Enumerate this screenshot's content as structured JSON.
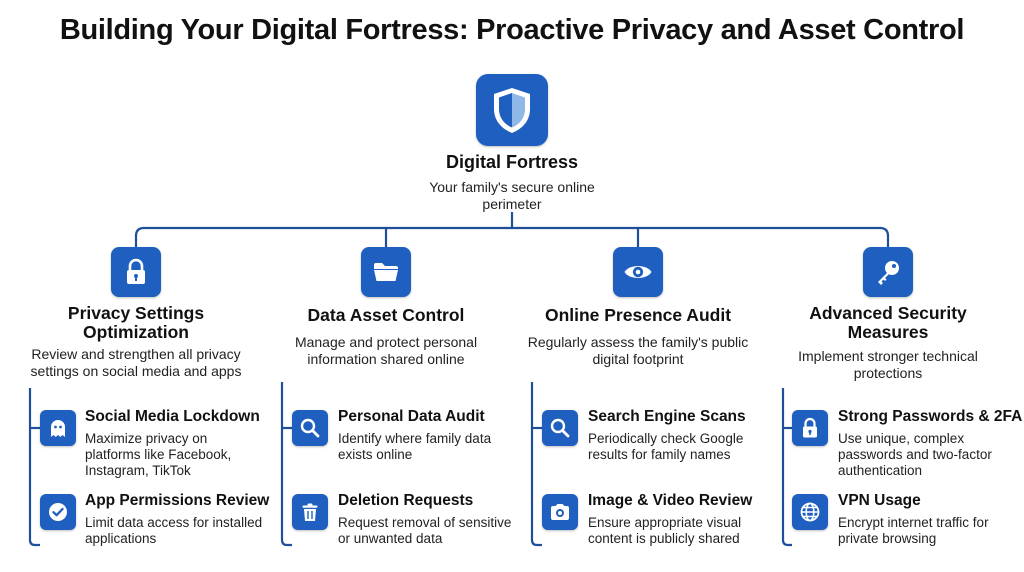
{
  "title": "Building Your Digital Fortress: Proactive Privacy and Asset Control",
  "colors": {
    "accent": "#1f5fbf",
    "connector": "#1f4f9a",
    "text": "#111111"
  },
  "root": {
    "title": "Digital Fortress",
    "description": "Your family's secure online perimeter",
    "icon": "shield-icon"
  },
  "categories": [
    {
      "title": "Privacy Settings Optimization",
      "description": "Review and strengthen all privacy settings on social media and apps",
      "icon": "lock-icon",
      "items": [
        {
          "title": "Social Media Lockdown",
          "description": "Maximize privacy on platforms like Facebook, Instagram, TikTok",
          "icon": "ghost-icon"
        },
        {
          "title": "App Permissions Review",
          "description": "Limit data access for installed applications",
          "icon": "check-badge-icon"
        }
      ]
    },
    {
      "title": "Data Asset Control",
      "description": "Manage and protect personal information shared online",
      "icon": "folder-icon",
      "items": [
        {
          "title": "Personal Data Audit",
          "description": "Identify where family data exists online",
          "icon": "magnifier-icon"
        },
        {
          "title": "Deletion Requests",
          "description": "Request removal of sensitive or unwanted data",
          "icon": "trash-icon"
        }
      ]
    },
    {
      "title": "Online Presence Audit",
      "description": "Regularly assess the family's public digital footprint",
      "icon": "eye-icon",
      "items": [
        {
          "title": "Search Engine Scans",
          "description": "Periodically check Google results for family names",
          "icon": "magnifier-icon"
        },
        {
          "title": "Image & Video Review",
          "description": "Ensure appropriate visual content is publicly shared",
          "icon": "camera-icon"
        }
      ]
    },
    {
      "title": "Advanced Security Measures",
      "description": "Implement stronger technical protections",
      "icon": "key-icon",
      "items": [
        {
          "title": "Strong Passwords & 2FA",
          "description": "Use unique, complex passwords and two-factor authentication",
          "icon": "lock-icon"
        },
        {
          "title": "VPN Usage",
          "description": "Encrypt internet traffic for private browsing",
          "icon": "globe-icon"
        }
      ]
    }
  ]
}
